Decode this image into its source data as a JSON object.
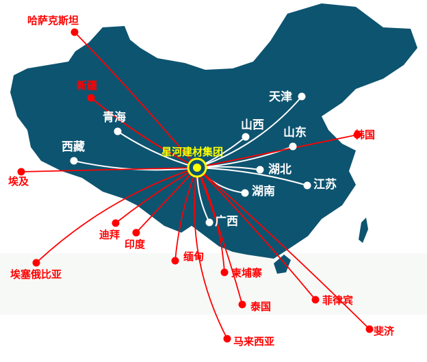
{
  "hub": {
    "name": "星河建材集团",
    "color": "#ffff00"
  },
  "colors": {
    "land": "#0d5470",
    "overseas": "#ff0000",
    "domestic": "#ffffff"
  },
  "domestic": [
    {
      "name": "青海"
    },
    {
      "name": "西藏"
    },
    {
      "name": "天津"
    },
    {
      "name": "山西"
    },
    {
      "name": "山东"
    },
    {
      "name": "湖北"
    },
    {
      "name": "湖南"
    },
    {
      "name": "江苏"
    },
    {
      "name": "广西"
    }
  ],
  "overseas": [
    {
      "name": "哈萨克斯坦"
    },
    {
      "name": "新疆"
    },
    {
      "name": "埃及"
    },
    {
      "name": "迪拜"
    },
    {
      "name": "印度"
    },
    {
      "name": "埃塞俄比亚"
    },
    {
      "name": "缅甸"
    },
    {
      "name": "柬埔寨"
    },
    {
      "name": "泰国"
    },
    {
      "name": "马来西亚"
    },
    {
      "name": "菲律宾"
    },
    {
      "name": "斐济"
    },
    {
      "name": "韩国"
    }
  ]
}
